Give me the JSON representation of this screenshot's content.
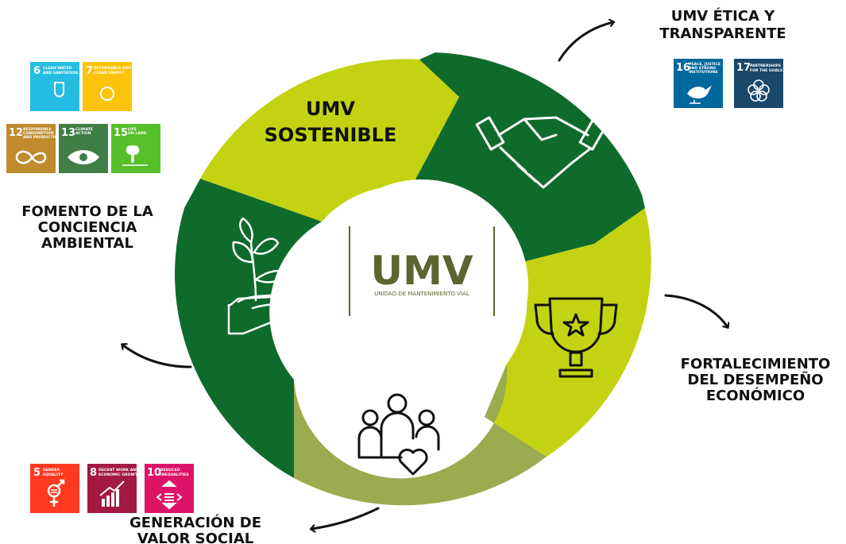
{
  "title": {
    "line1": "UMV",
    "line2": "SOSTENIBLE"
  },
  "center": {
    "logo": "UMV",
    "subtitle": "UNIDAD DE MANTENIMIENTO VIAL"
  },
  "labels": {
    "etica": {
      "line1": "UMV ÉTICA Y",
      "line2": "TRANSPARENTE"
    },
    "fortalecimiento": {
      "line1": "FORTALECIMIENTO",
      "line2": "DEL DESEMPEÑO",
      "line3": "ECONÓMICO"
    },
    "generacion": {
      "line1": "GENERACIÓN DE",
      "line2": "VALOR SOCIAL"
    },
    "fomento": {
      "line1": "FOMENTO DE LA",
      "line2": "CONCIENCIA",
      "line3": "AMBIENTAL"
    }
  },
  "sdg": {
    "s6": {
      "num": "6",
      "t1": "CLEAN WATER",
      "t2": "AND SANITATION",
      "color": "#26bde2"
    },
    "s7": {
      "num": "7",
      "t1": "AFFORDABLE AND",
      "t2": "CLEAN ENERGY",
      "color": "#fcc30b"
    },
    "s12": {
      "num": "12",
      "t1": "RESPONSIBLE",
      "t2": "CONSUMPTION",
      "t3": "AND PRODUCTION",
      "color": "#bf8b2e"
    },
    "s13": {
      "num": "13",
      "t1": "CLIMATE",
      "t2": "ACTION",
      "color": "#3f7e44"
    },
    "s15": {
      "num": "15",
      "t1": "LIFE",
      "t2": "ON LAND",
      "color": "#56c02b"
    },
    "s16": {
      "num": "16",
      "t1": "PEACE, JUSTICE",
      "t2": "AND STRONG",
      "t3": "INSTITUTIONS",
      "color": "#00689d"
    },
    "s17": {
      "num": "17",
      "t1": "PARTNERSHIPS",
      "t2": "FOR THE GOALS",
      "color": "#19486a"
    },
    "s5": {
      "num": "5",
      "t1": "GENDER",
      "t2": "EQUALITY",
      "color": "#ff3a21"
    },
    "s8": {
      "num": "8",
      "t1": "DECENT WORK AND",
      "t2": "ECONOMIC GROWTH",
      "color": "#a21942"
    },
    "s10": {
      "num": "10",
      "t1": "REDUCED",
      "t2": "INEQUALITIES",
      "color": "#dd1367"
    }
  },
  "colors": {
    "dark_green": "#0f6b2c",
    "lime": "#c3d311",
    "olive": "#9aab50",
    "logo_olive": "#5e6430"
  },
  "icons": [
    "handshake-icon",
    "trophy-icon",
    "people-heart-icon",
    "plant-hand-icon"
  ]
}
